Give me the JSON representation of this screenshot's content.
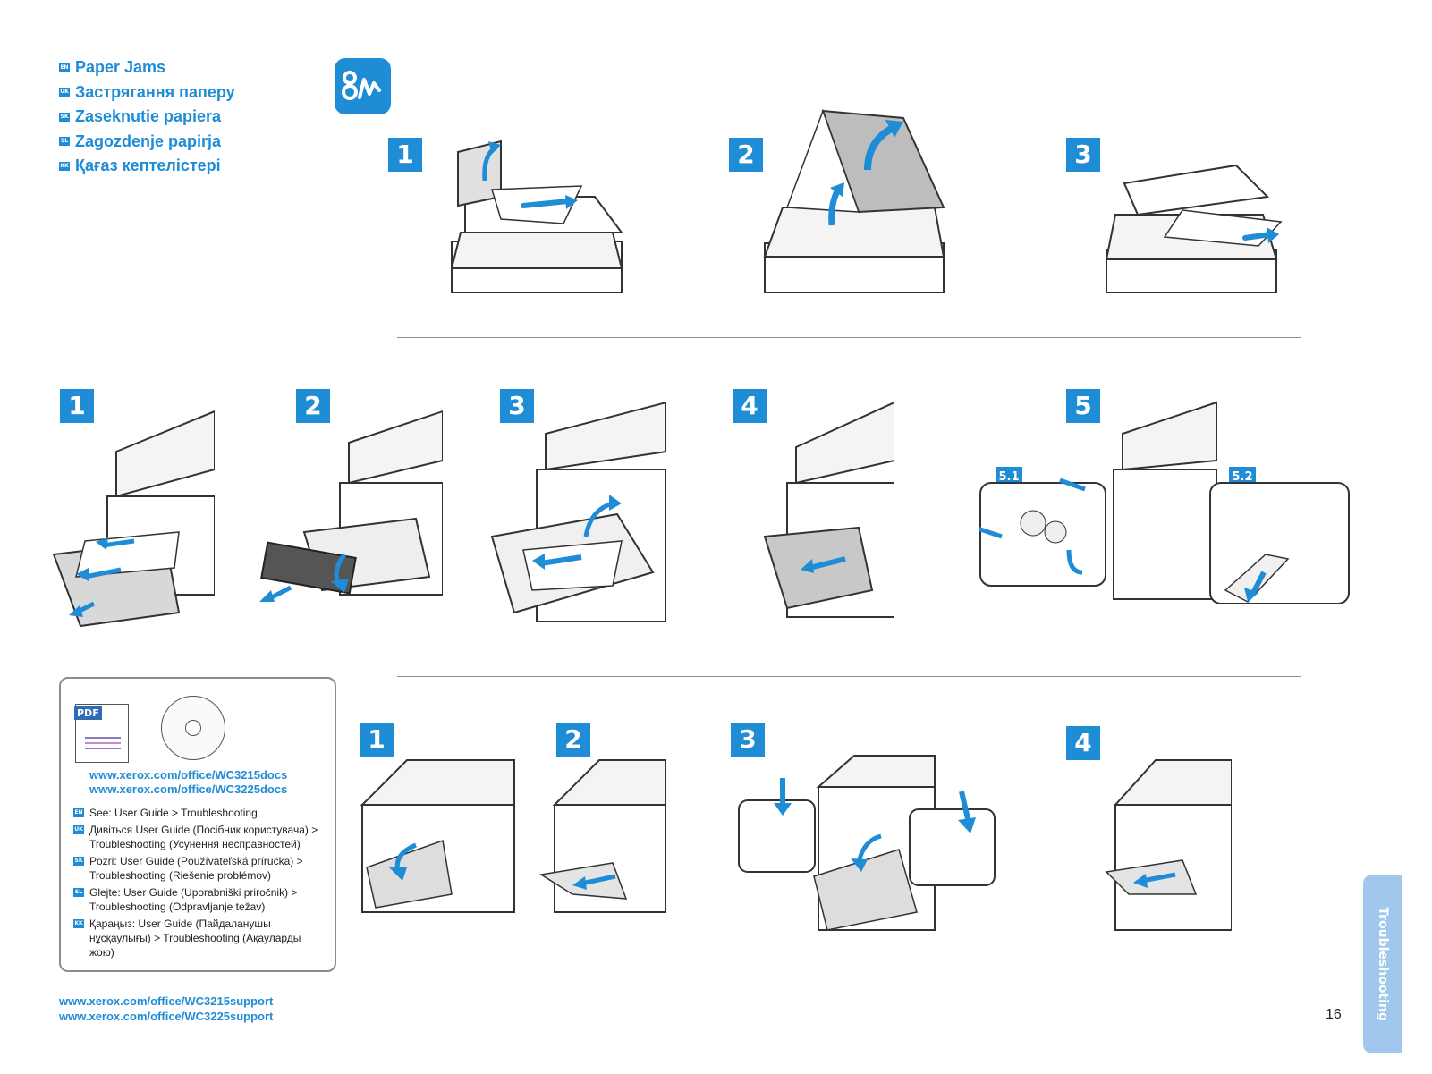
{
  "titles": [
    {
      "code": "EN",
      "text": "Paper Jams"
    },
    {
      "code": "UK",
      "text": "Застрягання паперу"
    },
    {
      "code": "SK",
      "text": "Zaseknutie papiera"
    },
    {
      "code": "SL",
      "text": "Zagozdenje papirja"
    },
    {
      "code": "KK",
      "text": "Қағаз кептелістері"
    }
  ],
  "icons": {
    "jam": "paper-jam-icon",
    "pdf": "pdf-document-icon",
    "cd": "cd-disc-icon"
  },
  "section1": {
    "steps": [
      "1",
      "2",
      "3"
    ]
  },
  "section2": {
    "steps": [
      "1",
      "2",
      "3",
      "4",
      "5"
    ],
    "substeps": [
      "5.1",
      "5.2"
    ]
  },
  "section3": {
    "steps": [
      "1",
      "2",
      "3",
      "4"
    ]
  },
  "resources": {
    "pdf_label": "PDF",
    "docs_links": [
      "www.xerox.com/office/WC3215docs",
      "www.xerox.com/office/WC3225docs"
    ],
    "see": [
      {
        "code": "EN",
        "text": "See: User Guide > Troubleshooting"
      },
      {
        "code": "UK",
        "text": "Дивіться User Guide (Посібник користувача) > Troubleshooting (Усунення несправностей)"
      },
      {
        "code": "SK",
        "text": "Pozri: User Guide (Používateľská príručka) > Troubleshooting (Riešenie problémov)"
      },
      {
        "code": "SL",
        "text": "Glejte: User Guide (Uporabniški priročnik) > Troubleshooting (Odpravljanje težav)"
      },
      {
        "code": "KK",
        "text": "Қараңыз: User Guide (Пайдаланушы нұсқаулығы) > Troubleshooting (Ақауларды жою)"
      }
    ]
  },
  "support_links": [
    "www.xerox.com/office/WC3215support",
    "www.xerox.com/office/WC3225support"
  ],
  "side_tab": "Troubleshooting",
  "page_number": "16",
  "colors": {
    "accent": "#1f8dd6",
    "side_tab": "#9fc8ec",
    "rule": "#8c8c8c"
  }
}
